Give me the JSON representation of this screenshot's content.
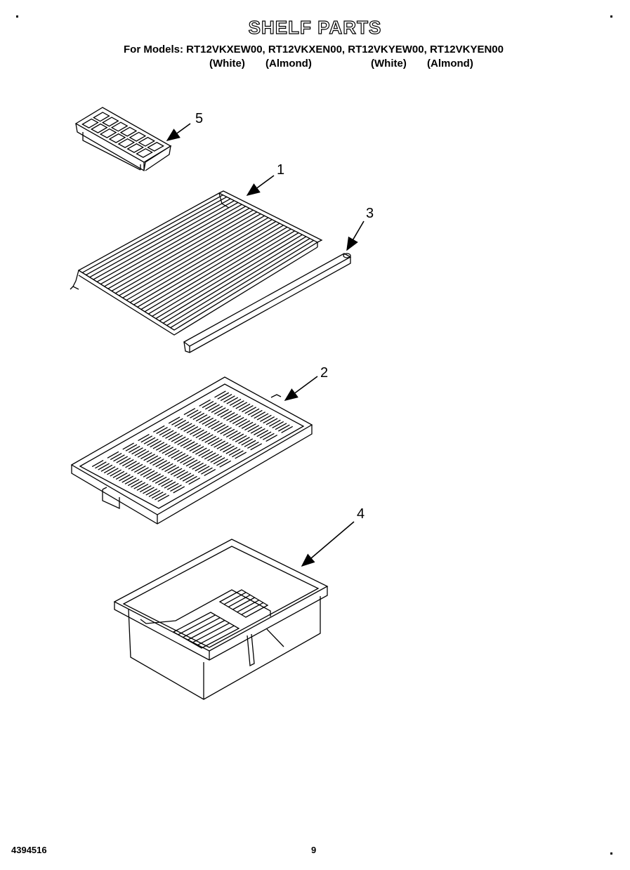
{
  "header": {
    "title": "SHELF PARTS",
    "models_line": "For Models: RT12VKXEW00, RT12VKXEN00, RT12VKYEW00, RT12VKYEN00",
    "variants": [
      "(White)",
      "(Almond)",
      "(White)",
      "(Almond)"
    ]
  },
  "callouts": [
    {
      "id": "part-5",
      "label": "5",
      "part": "ice-cube-tray"
    },
    {
      "id": "part-1",
      "label": "1",
      "part": "wire-shelf"
    },
    {
      "id": "part-3",
      "label": "3",
      "part": "shelf-trim"
    },
    {
      "id": "part-2",
      "label": "2",
      "part": "shelf-with-frame"
    },
    {
      "id": "part-4",
      "label": "4",
      "part": "crisper-pan"
    }
  ],
  "footer": {
    "doc_number": "4394516",
    "page_number": "9"
  }
}
